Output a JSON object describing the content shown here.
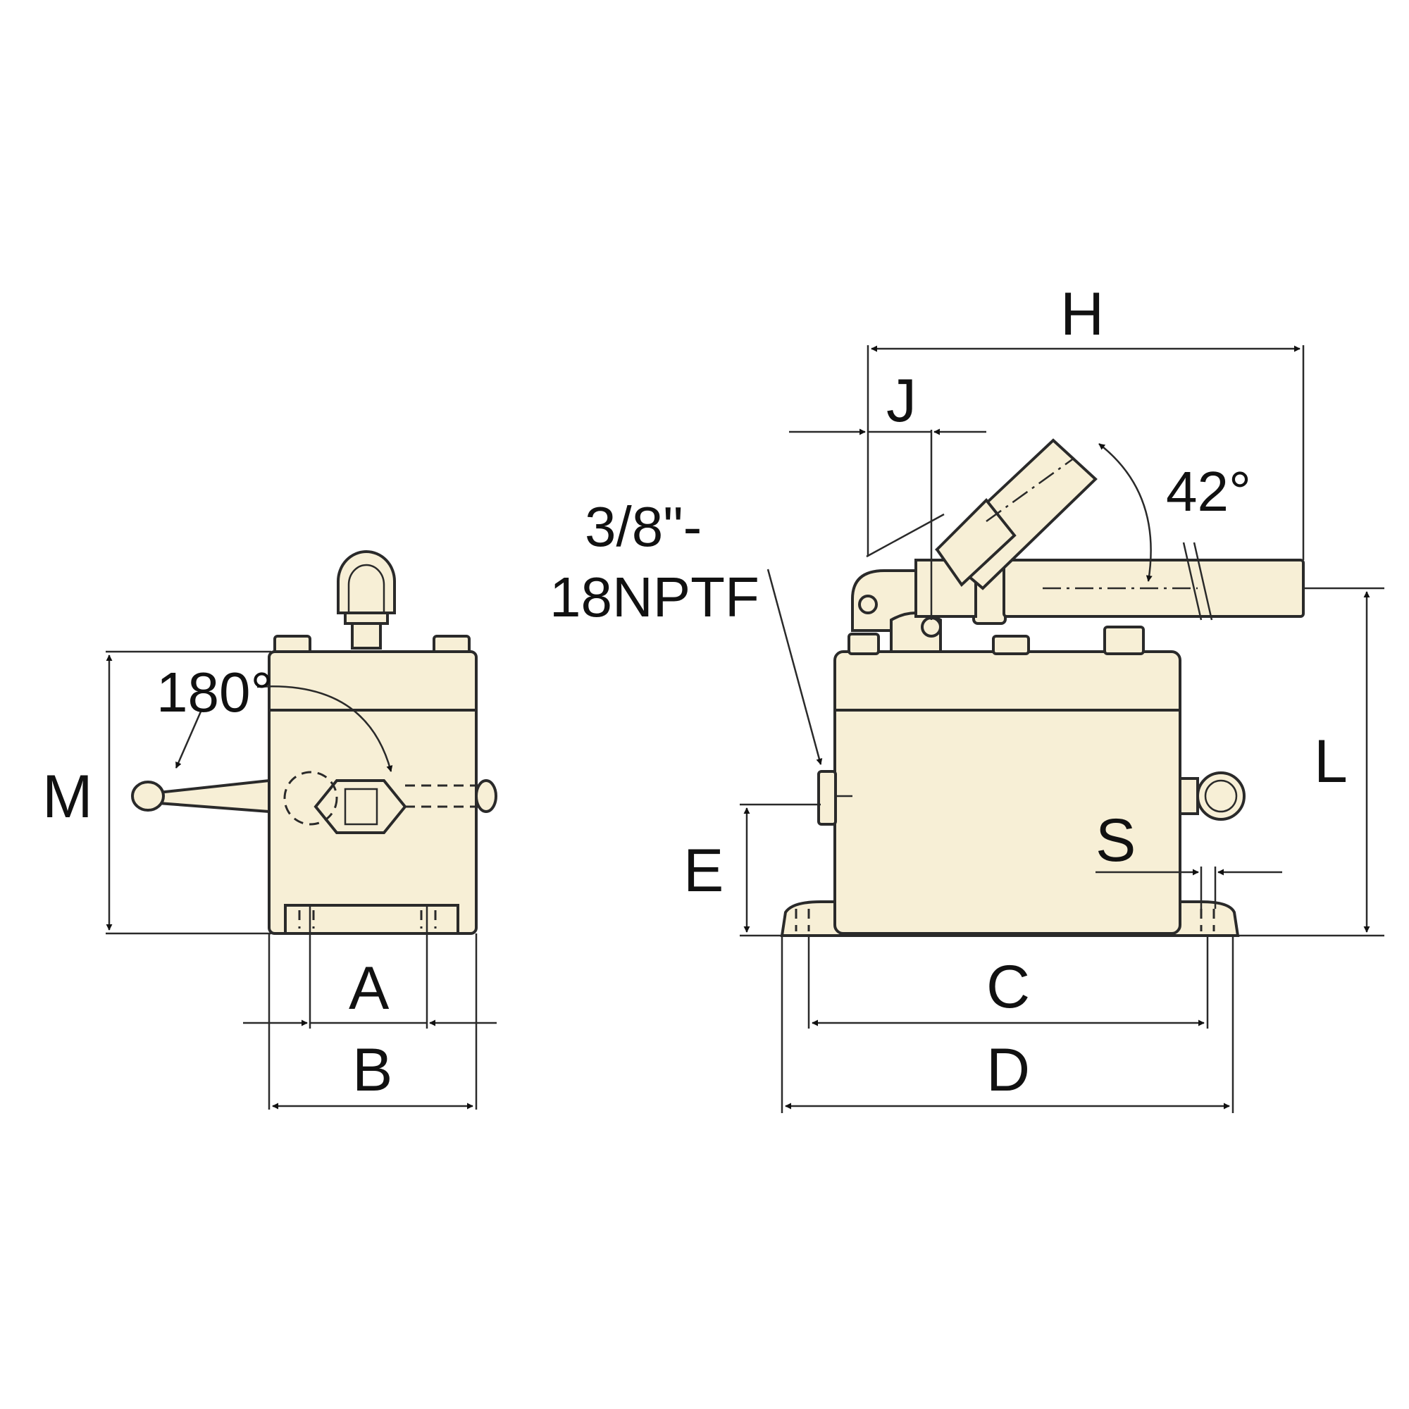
{
  "diagram": {
    "front_view_labels": {
      "rotation_angle": "180°",
      "dim_M": "M",
      "dim_A": "A",
      "dim_B": "B"
    },
    "side_view_labels": {
      "dim_H": "H",
      "dim_J": "J",
      "handle_angle": "42°",
      "port_thread_line1": "3/8\"-",
      "port_thread_line2": "18NPTF",
      "dim_L": "L",
      "dim_E": "E",
      "dim_S": "S",
      "dim_C": "C",
      "dim_D": "D"
    },
    "colors": {
      "body": "#f7efd6",
      "outline": "#2a2a2a"
    }
  }
}
